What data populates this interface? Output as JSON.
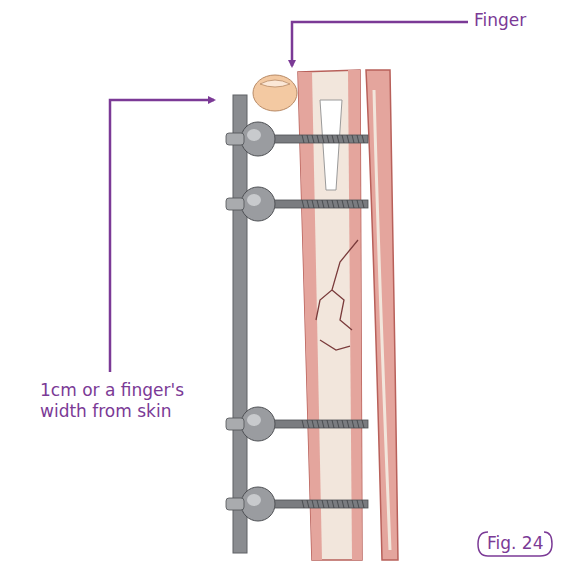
{
  "diagram": {
    "caption": "Fig. 24",
    "labels": [
      "Finger",
      "1cm or a finger's width from skin"
    ]
  }
}
